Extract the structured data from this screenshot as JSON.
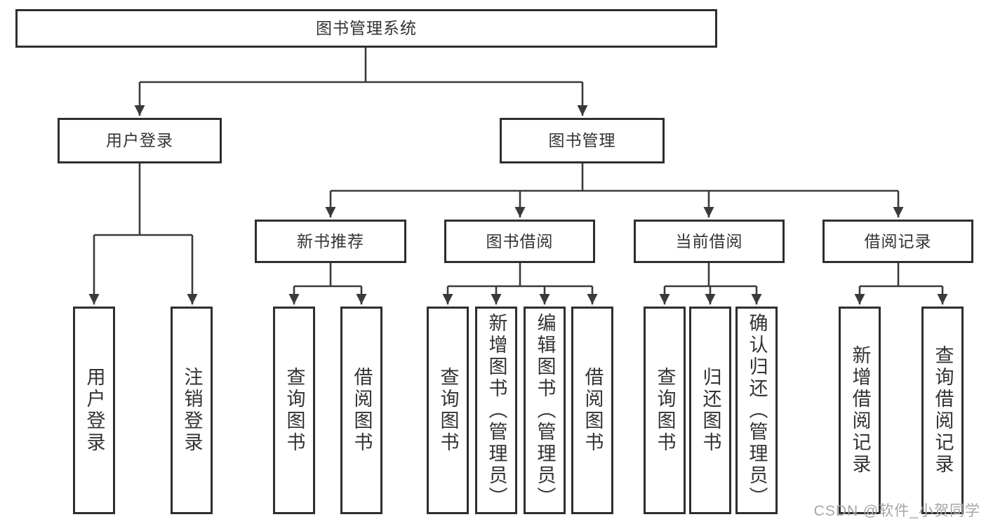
{
  "diagram": {
    "root": {
      "label": "图书管理系统"
    },
    "level2": [
      {
        "label": "用户登录",
        "children": [
          {
            "label": "用户登录"
          },
          {
            "label": "注销登录"
          }
        ]
      },
      {
        "label": "图书管理",
        "children": [
          {
            "label": "新书推荐",
            "children": [
              {
                "label": "查询图书"
              },
              {
                "label": "借阅图书"
              }
            ]
          },
          {
            "label": "图书借阅",
            "children": [
              {
                "label": "查询图书"
              },
              {
                "label": "新增图书（管理员）"
              },
              {
                "label": "编辑图书（管理员）"
              },
              {
                "label": "借阅图书"
              }
            ]
          },
          {
            "label": "当前借阅",
            "children": [
              {
                "label": "查询图书"
              },
              {
                "label": "归还图书"
              },
              {
                "label": "确认归还（管理员）"
              }
            ]
          },
          {
            "label": "借阅记录",
            "children": [
              {
                "label": "新增借阅记录"
              },
              {
                "label": "查询借阅记录"
              }
            ]
          }
        ]
      }
    ]
  },
  "watermark": {
    "text": "CSDN @软件_小贺同学"
  },
  "colors": {
    "line": "#3a3a3a",
    "box_border": "#2e2e2e",
    "text": "#333333",
    "watermark_text": "#a6a6a6",
    "background": "#ffffff"
  }
}
